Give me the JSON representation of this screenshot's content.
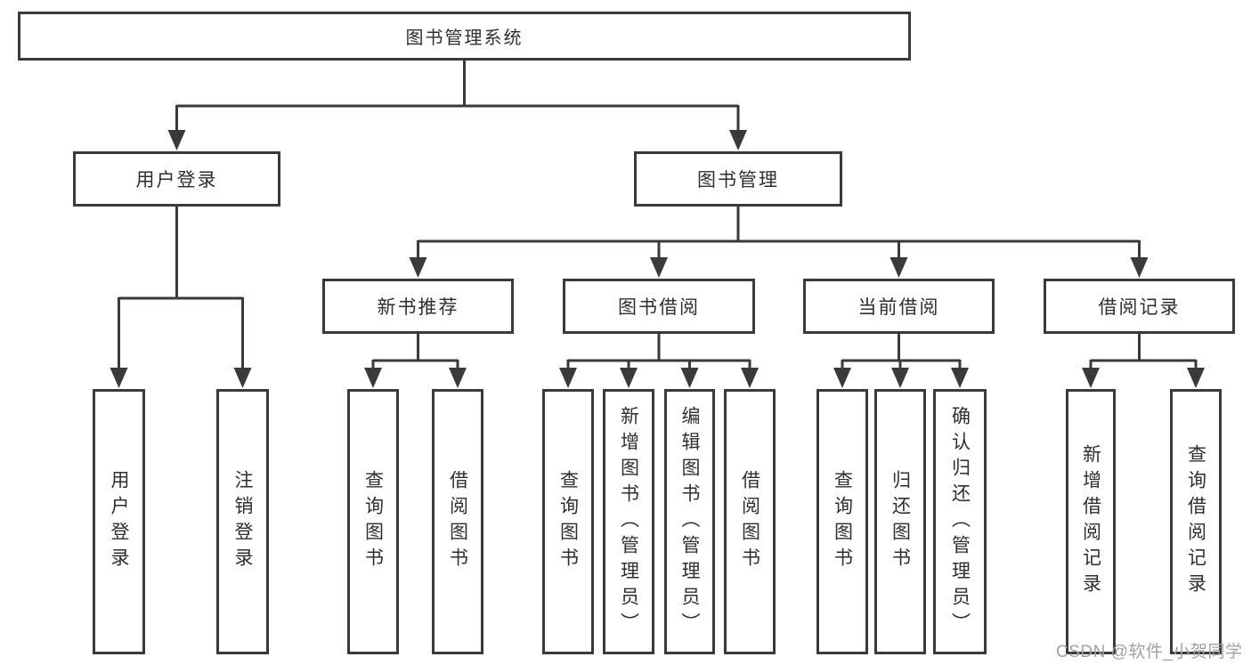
{
  "tree": {
    "label": "图书管理系统",
    "children": [
      {
        "label": "用户登录",
        "children": [
          {
            "label": "用户登录"
          },
          {
            "label": "注销登录"
          }
        ]
      },
      {
        "label": "图书管理",
        "children": [
          {
            "label": "新书推荐",
            "children": [
              {
                "label": "查询图书"
              },
              {
                "label": "借阅图书"
              }
            ]
          },
          {
            "label": "图书借阅",
            "children": [
              {
                "label": "查询图书"
              },
              {
                "label": "新增图书（管理员）"
              },
              {
                "label": "编辑图书（管理员）"
              },
              {
                "label": "借阅图书"
              }
            ]
          },
          {
            "label": "当前借阅",
            "children": [
              {
                "label": "查询图书"
              },
              {
                "label": "归还图书"
              },
              {
                "label": "确认归还（管理员）"
              }
            ]
          },
          {
            "label": "借阅记录",
            "children": [
              {
                "label": "新增借阅记录"
              },
              {
                "label": "查询借阅记录"
              }
            ]
          }
        ]
      }
    ]
  },
  "watermark": {
    "text": "CSDN @软件_小贺同学"
  },
  "colors": {
    "line": "#3a3a3a",
    "text": "#2f2f2f",
    "background": "#ffffff",
    "watermark": "#a2a2a2"
  }
}
